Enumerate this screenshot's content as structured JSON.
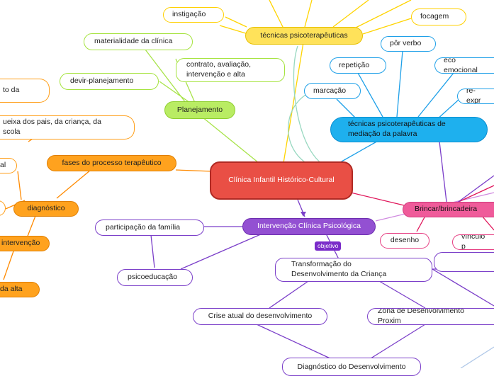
{
  "center": "Clínica Infantil Histórico-Cultural",
  "techniques": {
    "label": "técnicas psicoterapêuticas",
    "items": [
      "instigação",
      "focagem"
    ]
  },
  "planning": {
    "label": "Planejamento",
    "items": [
      "materialidade da clínica",
      "contrato, avaliação,\nintervenção e alta",
      "devir-planejamento"
    ]
  },
  "word_mediation": {
    "label": "técnicas psicoterapêuticas de\nmediação da palavra",
    "items": [
      "pôr verbo",
      "repetição",
      "eco emocional",
      "marcação",
      "re-expr"
    ]
  },
  "phases": {
    "label": "fases do processo terapêutico",
    "items": [
      "to da",
      "ueixa dos pais, da criança, da\nscola",
      "al",
      "diagnóstico",
      "intervenção",
      "da alta"
    ]
  },
  "intervention": {
    "label": "Intervenção Clínica Psicológica",
    "items": [
      "participação da família",
      "psicoeducação"
    ],
    "objective_tag": "objetivo",
    "transformation": "Transformação do\nDesenvolvimento da Criança",
    "crisis": "Crise atual do desenvolvimento",
    "zpd": "Zona de Desenvolvimento Proxim",
    "diagnosis": "Diagnóstico do Desenvolvimento"
  },
  "play": {
    "label": "Brincar/brincadeira",
    "items": [
      "desenho",
      "vínculo p"
    ]
  }
}
